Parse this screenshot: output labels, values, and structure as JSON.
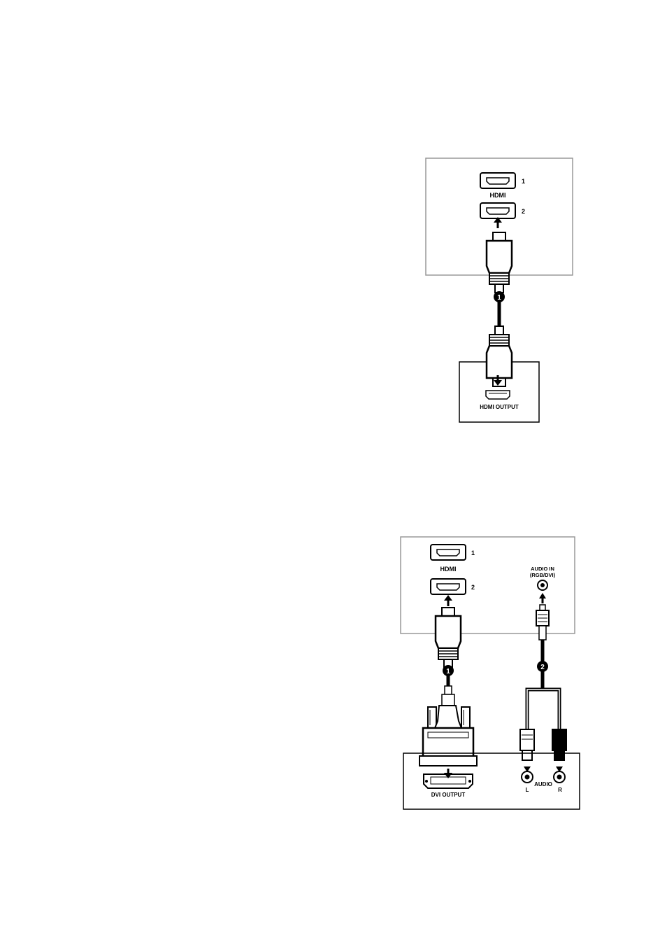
{
  "diagram1": {
    "hdmi_port_label": "HDMI",
    "port_1": "1",
    "port_2": "2",
    "cable_marker": "1",
    "source_output_label": "HDMI OUTPUT"
  },
  "diagram2": {
    "hdmi_port_label": "HDMI",
    "port_1": "1",
    "port_2": "2",
    "audio_in_label_line1": "AUDIO IN",
    "audio_in_label_line2": "(RGB/DVI)",
    "cable_marker_1": "1",
    "cable_marker_2": "2",
    "dvi_output_label": "DVI OUTPUT",
    "audio_label": "AUDIO",
    "audio_left": "L",
    "audio_right": "R"
  }
}
